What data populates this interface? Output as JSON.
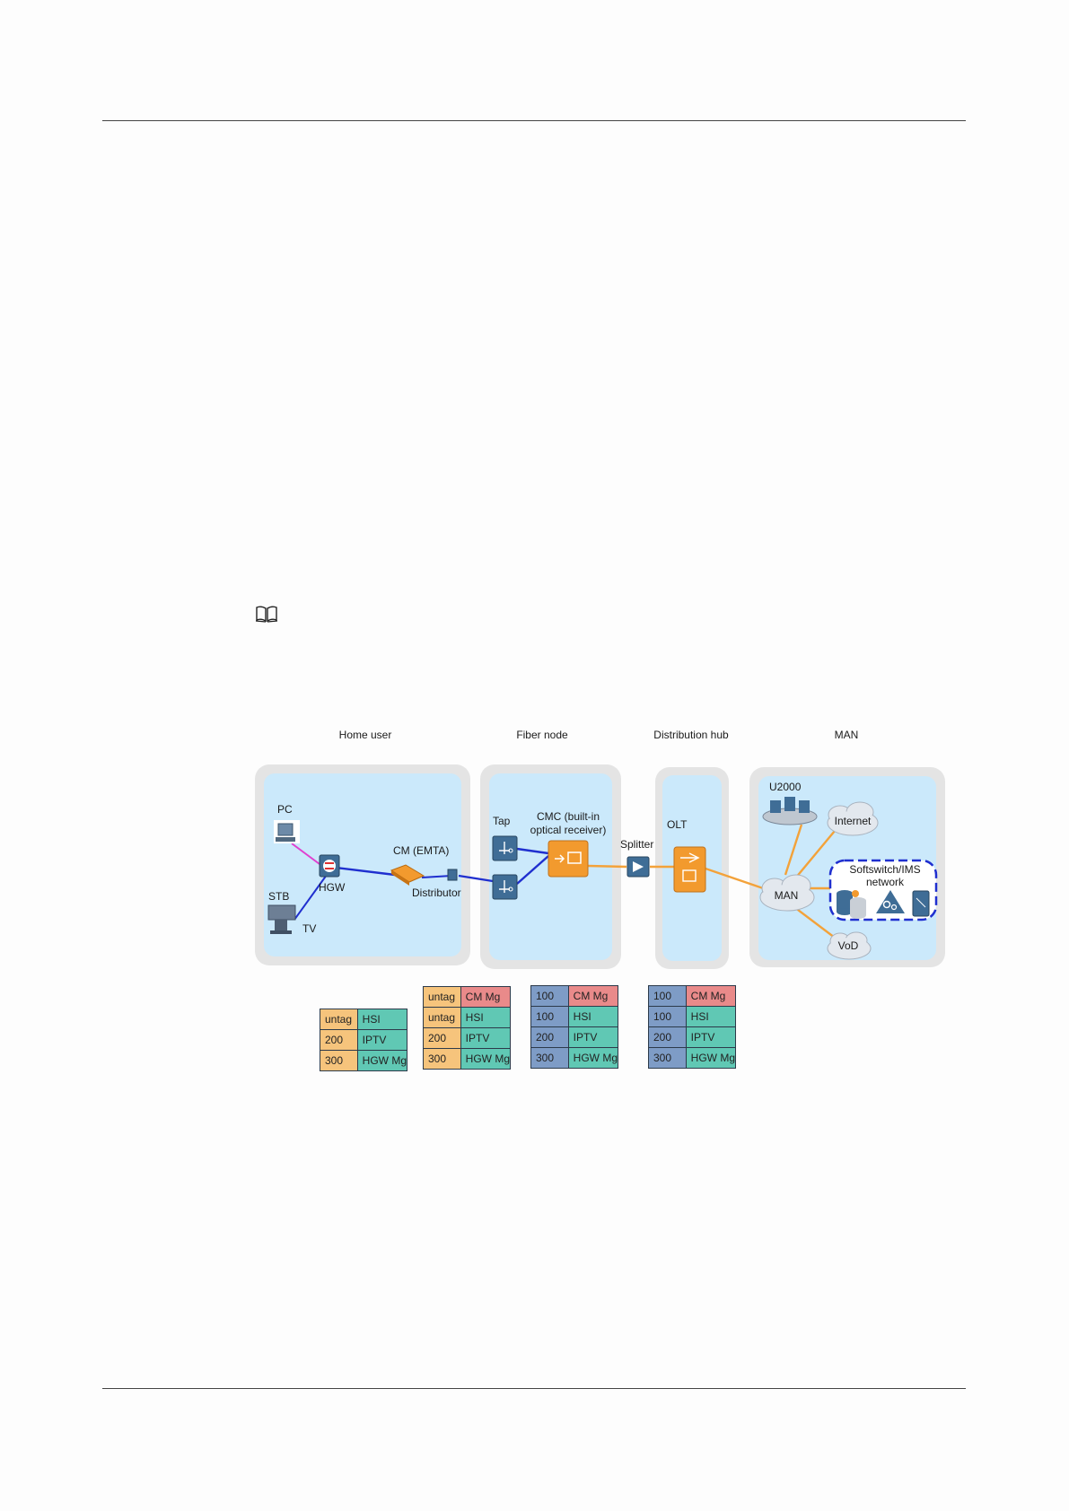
{
  "zones": {
    "home_user": "Home user",
    "fiber_node": "Fiber node",
    "distribution_hub": "Distribution hub",
    "man": "MAN"
  },
  "devices": {
    "pc": "PC",
    "stb": "STB",
    "tv": "TV",
    "hgw": "HGW",
    "cm": "CM (EMTA)",
    "distributor": "Distributor",
    "tap": "Tap",
    "cmc_line1": "CMC (built-in",
    "cmc_line2": "optical receiver)",
    "splitter": "Splitter",
    "olt": "OLT",
    "u2000": "U2000",
    "internet": "Internet",
    "man_cloud": "MAN",
    "softswitch_line1": "Softswitch/IMS",
    "softswitch_line2": "network",
    "vod": "VoD"
  },
  "colors": {
    "zone_outer": "#e4e4e4",
    "zone_inner": "#cbe9fb",
    "coax_link": "#1f2fcf",
    "fiber_link": "#f3a23a",
    "pc_link": "#e040d0",
    "device_orange": "#f29a2e",
    "device_blue": "#3f6d96"
  },
  "vlan_tables": {
    "home_user": [
      {
        "vlan": "untag",
        "service": "HSI"
      },
      {
        "vlan": "200",
        "service": "IPTV"
      },
      {
        "vlan": "300",
        "service": "HGW Mg"
      }
    ],
    "cm": [
      {
        "vlan": "untag",
        "service": "CM Mg"
      },
      {
        "vlan": "untag",
        "service": "HSI"
      },
      {
        "vlan": "200",
        "service": "IPTV"
      },
      {
        "vlan": "300",
        "service": "HGW Mg"
      }
    ],
    "cmc": [
      {
        "vlan": "100",
        "service": "CM Mg"
      },
      {
        "vlan": "100",
        "service": "HSI"
      },
      {
        "vlan": "200",
        "service": "IPTV"
      },
      {
        "vlan": "300",
        "service": "HGW Mg"
      }
    ],
    "olt": [
      {
        "vlan": "100",
        "service": "CM Mg"
      },
      {
        "vlan": "100",
        "service": "HSI"
      },
      {
        "vlan": "200",
        "service": "IPTV"
      },
      {
        "vlan": "300",
        "service": "HGW Mg"
      }
    ]
  }
}
